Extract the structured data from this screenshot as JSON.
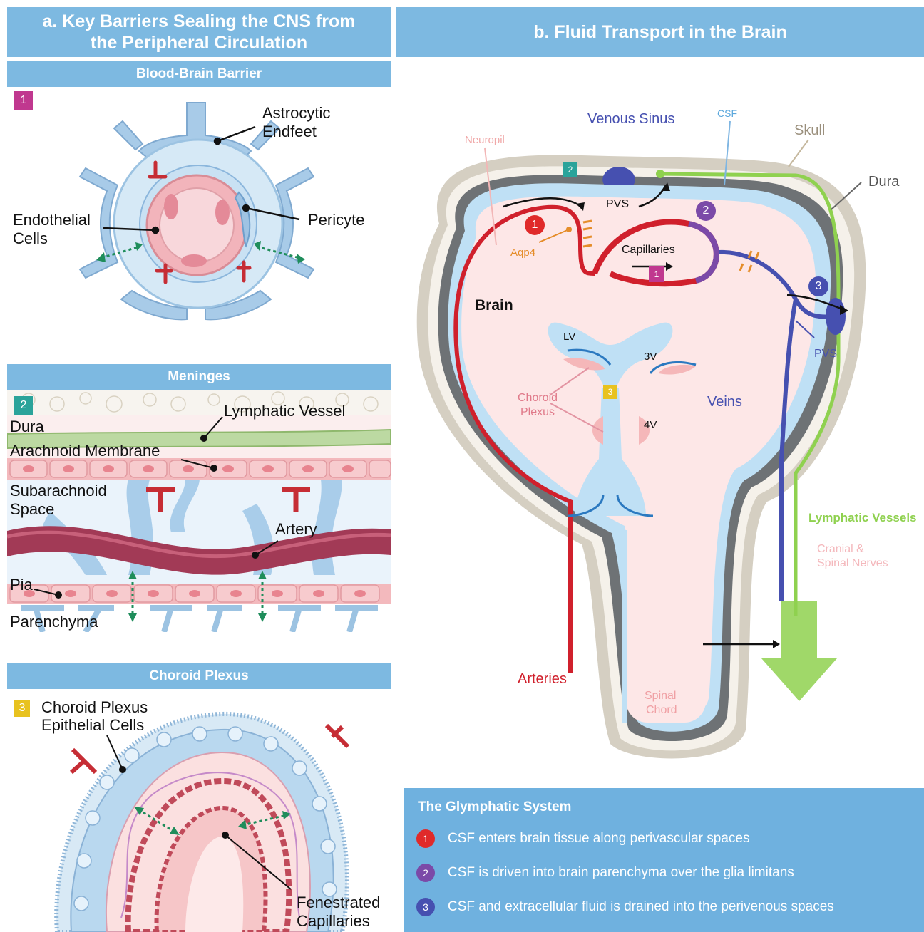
{
  "panel_a": {
    "title_line1": "a. Key Barriers Sealing the CNS from",
    "title_line2": "the Peripheral Circulation",
    "bbb": {
      "header": "Blood-Brain Barrier",
      "badge": "1",
      "label_astro_1": "Astrocytic",
      "label_astro_2": "Endfeet",
      "label_endo_1": "Endothelial",
      "label_endo_2": "Cells",
      "label_pericyte": "Pericyte"
    },
    "meninges": {
      "header": "Meninges",
      "badge": "2",
      "label_lymph": "Lymphatic Vessel",
      "label_dura": "Dura",
      "label_arachnoid": "Arachnoid Membrane",
      "label_subarach_1": "Subarachnoid",
      "label_subarach_2": "Space",
      "label_artery": "Artery",
      "label_pia": "Pia",
      "label_parenchyma": "Parenchyma"
    },
    "choroid": {
      "header": "Choroid Plexus",
      "badge": "3",
      "label_epi_1": "Choroid Plexus",
      "label_epi_2": "Epithelial Cells",
      "label_fen_1": "Fenestrated",
      "label_fen_2": "Capillaries"
    }
  },
  "panel_b": {
    "title": "b. Fluid Transport in the Brain",
    "labels": {
      "venous_sinus": "Venous Sinus",
      "csf": "CSF",
      "skull": "Skull",
      "neuropil": "Neuropil",
      "dura": "Dura",
      "pvs_top": "PVS",
      "aqp4": "Aqp4",
      "capillaries": "Capillaries",
      "brain": "Brain",
      "pvs_right": "PVS",
      "lv": "LV",
      "v3": "3V",
      "v4": "4V",
      "choroid_1": "Choroid",
      "choroid_2": "Plexus",
      "veins": "Veins",
      "lymphatic_vessels": "Lymphatic Vessels",
      "cranial_1": "Cranial &",
      "cranial_2": "Spinal Nerves",
      "arteries": "Arteries",
      "spinal_1": "Spinal",
      "spinal_2": "Chord"
    },
    "badges": {
      "b1": "1",
      "b2": "2",
      "b3": "3",
      "sq1": "1",
      "sq2": "2",
      "sq3": "3"
    }
  },
  "legend": {
    "title": "The Glymphatic System",
    "items": [
      {
        "num": "1",
        "text": "CSF enters brain tissue along perivascular spaces",
        "color": "#e02a2a"
      },
      {
        "num": "2",
        "text": "CSF is driven into brain parenchyma over the glia limitans",
        "color": "#7b4aa8"
      },
      {
        "num": "3",
        "text": "CSF and extracellular fluid is drained into the perivenous spaces",
        "color": "#4650b0"
      }
    ]
  },
  "colors": {
    "header_blue": "#7db9e1",
    "badge_magenta": "#c0388f",
    "badge_teal": "#2aa39a",
    "badge_yellow": "#e8c21f",
    "artery_red": "#d0202c",
    "vein_blue": "#4650b0",
    "lymph_green": "#8fd14f",
    "csf_blue": "#bfe0f5",
    "tissue_pink": "#fbe6e6"
  }
}
